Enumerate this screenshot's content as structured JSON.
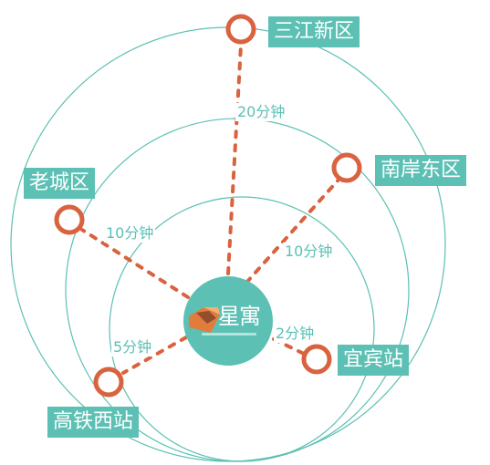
{
  "colors": {
    "teal": "#5cc0b4",
    "orange": "#d9623f"
  },
  "logo": {
    "text": "星寓"
  },
  "places": {
    "sanjiang": "三江新区",
    "nanan": "南岸东区",
    "laocheng": "老城区",
    "yibin": "宜宾站",
    "gaotie": "高铁西站"
  },
  "times": {
    "sanjiang": "20分钟",
    "laocheng": "10分钟",
    "nanan": "10分钟",
    "yibin": "2分钟",
    "gaotie": "5分钟"
  }
}
